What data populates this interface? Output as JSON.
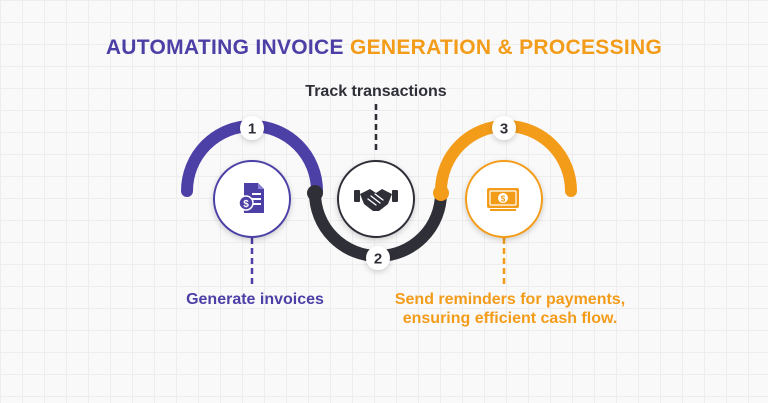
{
  "title": {
    "part1": "AUTOMATING INVOICE",
    "part2": "GENERATION & PROCESSING"
  },
  "steps": [
    {
      "number": "1",
      "label": "Generate invoices",
      "icon": "invoice-dollar-icon",
      "color": "#4c3fa6"
    },
    {
      "number": "2",
      "label": "Track transactions",
      "icon": "handshake-icon",
      "color": "#2f2f38"
    },
    {
      "number": "3",
      "label": "Send reminders for payments, ensuring efficient cash flow.",
      "icon": "money-bill-icon",
      "color": "#f39c1a"
    }
  ],
  "colors": {
    "purple": "#4c3fa6",
    "dark": "#2f2f38",
    "orange": "#f39c1a"
  }
}
